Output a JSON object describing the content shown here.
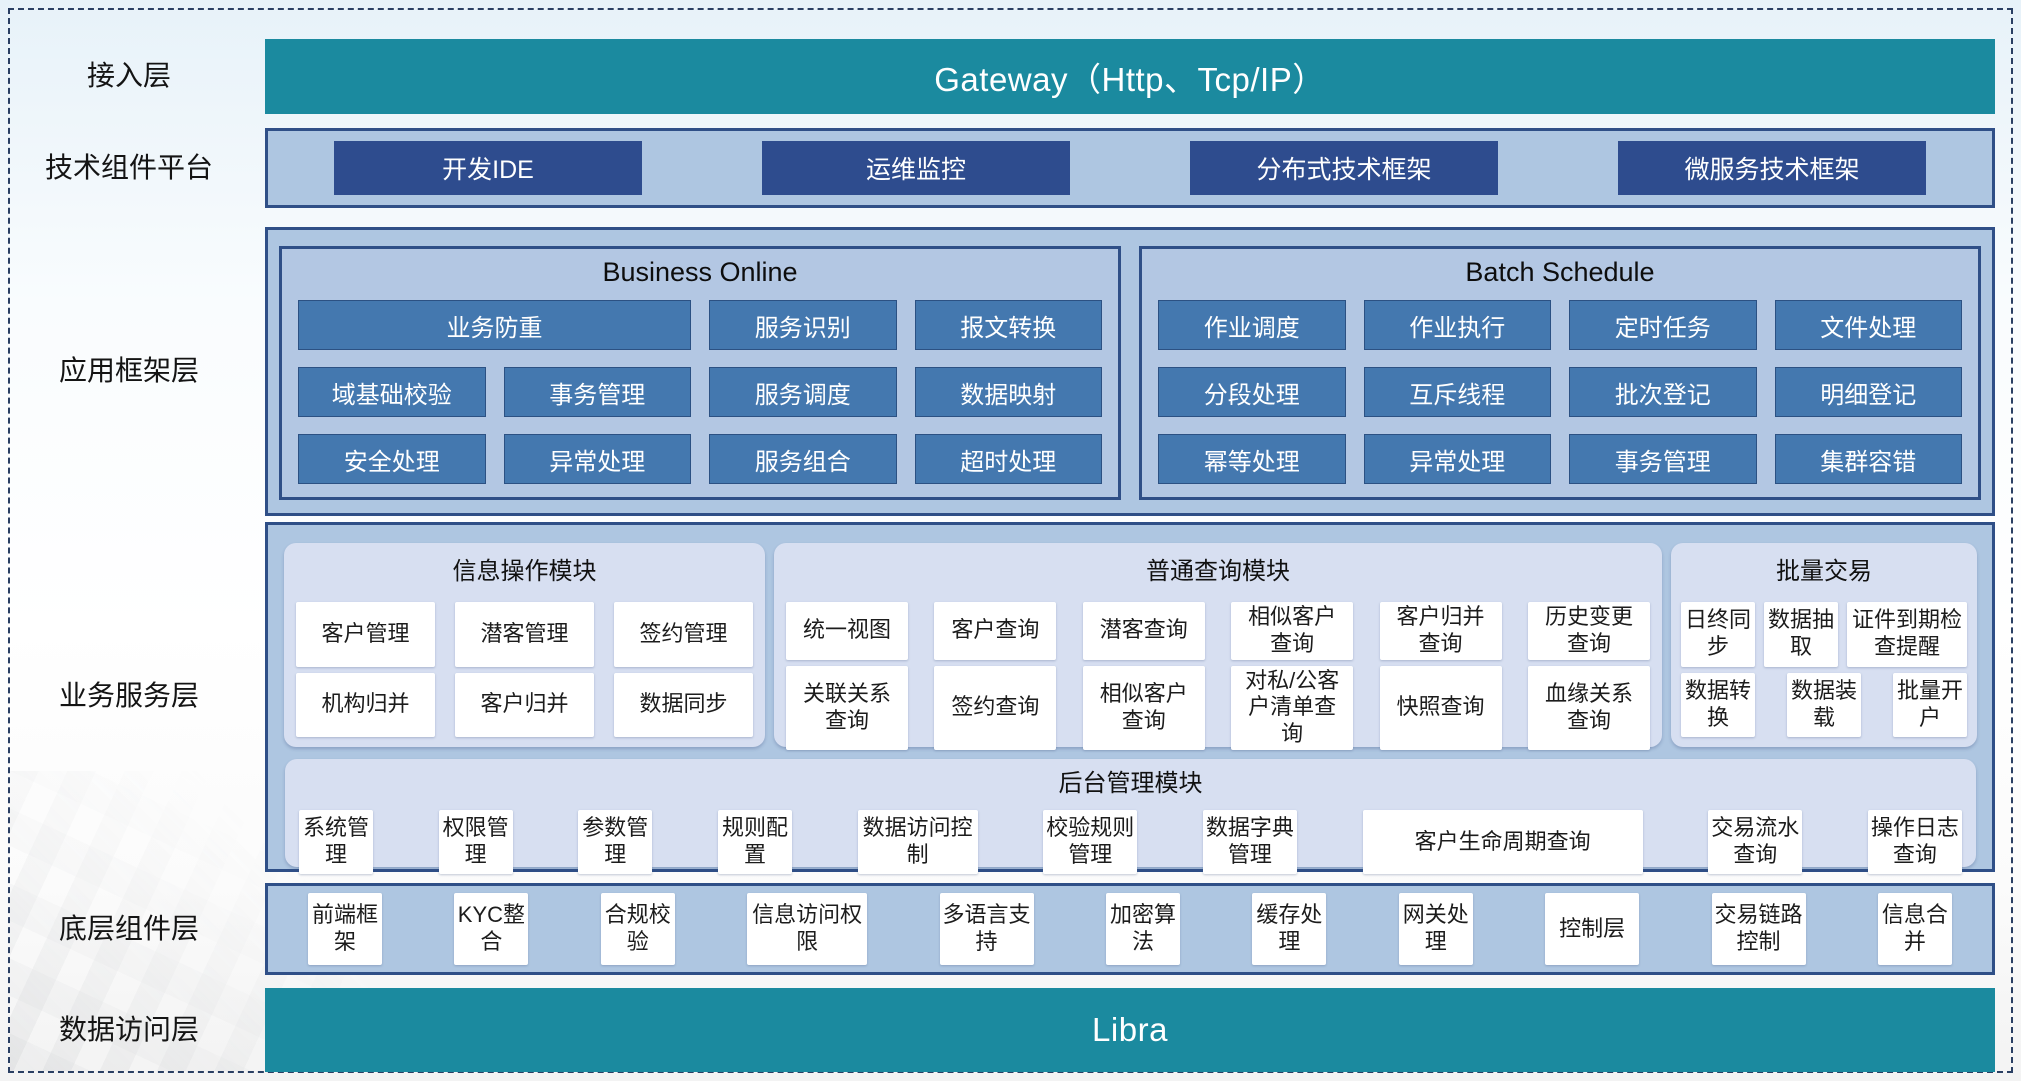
{
  "colors": {
    "teal_bar": "#1b8a9f",
    "navy_button": "#2e4c8e",
    "steel_button": "#4478af",
    "layer_container": "#aec6e1",
    "module_panel": "#d7dff1",
    "border_navy": "#2f4f87"
  },
  "side_labels": {
    "access": "接入层",
    "tech": "技术组件平台",
    "app": "应用框架层",
    "biz": "业务服务层",
    "base": "底层组件层",
    "data": "数据访问层"
  },
  "gateway": {
    "text": "Gateway（Http、Tcp/IP）"
  },
  "tech": {
    "buttons": [
      "开发IDE",
      "运维监控",
      "分布式技术框架",
      "微服务技术框架"
    ]
  },
  "bo": {
    "title": "Business Online",
    "r0": [
      "业务防重",
      "服务识别",
      "报文转换"
    ],
    "r1": [
      "域基础校验",
      "事务管理",
      "服务调度",
      "数据映射"
    ],
    "r2": [
      "安全处理",
      "异常处理",
      "服务组合",
      "超时处理"
    ]
  },
  "bs": {
    "title": "Batch Schedule",
    "r0": [
      "作业调度",
      "作业执行",
      "定时任务",
      "文件处理"
    ],
    "r1": [
      "分段处理",
      "互斥线程",
      "批次登记",
      "明细登记"
    ],
    "r2": [
      "幂等处理",
      "异常处理",
      "事务管理",
      "集群容错"
    ]
  },
  "info": {
    "title": "信息操作模块",
    "r0": [
      "客户管理",
      "潜客管理",
      "签约管理"
    ],
    "r1": [
      "机构归并",
      "客户归并",
      "数据同步"
    ]
  },
  "query": {
    "title": "普通查询模块",
    "r0": [
      "统一视图",
      "客户查询",
      "潜客查询",
      "相似客户查询",
      "客户归并查询",
      "历史变更查询"
    ],
    "r1": [
      "关联关系查询",
      "签约查询",
      "相似客户查询",
      "对私/公客户清单查询",
      "快照查询",
      "血缘关系查询"
    ]
  },
  "bt": {
    "title": "批量交易",
    "r0": [
      "日终同步",
      "数据抽取",
      "证件到期检查提醒"
    ],
    "r1": [
      "数据转换",
      "数据装载",
      "批量开户"
    ]
  },
  "admin": {
    "title": "后台管理模块",
    "items": [
      "系统管理",
      "权限管理",
      "参数管理",
      "规则配置",
      "数据访问控制",
      "校验规则管理",
      "数据字典管理",
      "客户生命周期查询",
      "交易流水查询",
      "操作日志查询"
    ]
  },
  "base": {
    "items": [
      "前端框架",
      "KYC整合",
      "合规校验",
      "信息访问权限",
      "多语言支持",
      "加密算法",
      "缓存处理",
      "网关处理",
      "控制层",
      "交易链路控制",
      "信息合并"
    ]
  },
  "libra": {
    "text": "Libra"
  }
}
